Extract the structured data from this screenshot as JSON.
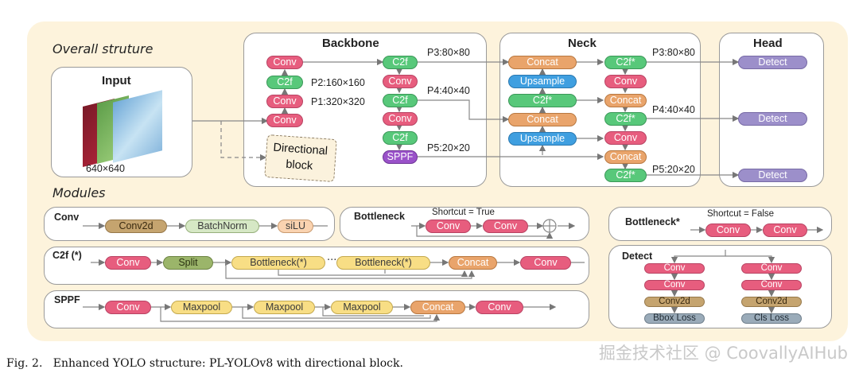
{
  "sections": {
    "overall": "Overall struture",
    "modules": "Modules"
  },
  "input": {
    "title": "Input",
    "size": "640×640"
  },
  "backbone": {
    "title": "Backbone",
    "col1": [
      "Conv",
      "C2f",
      "Conv",
      "Conv"
    ],
    "col1_labels": [
      "P2:160×160",
      "P1:320×320"
    ],
    "directional_block": "Directional block",
    "col2": [
      "C2f",
      "Conv",
      "C2f",
      "Conv",
      "C2f",
      "SPPF"
    ],
    "col2_labels": [
      "P3:80×80",
      "P4:40×40",
      "P5:20×20"
    ]
  },
  "neck": {
    "title": "Neck",
    "left": [
      "Concat",
      "Upsample",
      "C2f*",
      "Concat",
      "Upsample"
    ],
    "right": [
      "C2f*",
      "Conv",
      "Concat",
      "C2f*",
      "Conv",
      "Concat",
      "C2f*"
    ],
    "labels": [
      "P3:80×80",
      "P4:40×40",
      "P5:20×20"
    ]
  },
  "head": {
    "title": "Head",
    "detect": [
      "Detect",
      "Detect",
      "Detect"
    ]
  },
  "modules": {
    "conv": {
      "name": "Conv",
      "blocks": [
        "Conv2d",
        "BatchNorm",
        "siLU"
      ]
    },
    "bottleneck": {
      "name": "Bottleneck",
      "shortcut": "Shortcut = True",
      "blocks": [
        "Conv",
        "Conv"
      ]
    },
    "bottleneck_star": {
      "name": "Bottleneck*",
      "shortcut": "Shortcut = False",
      "blocks": [
        "Conv",
        "Conv"
      ]
    },
    "c2f": {
      "name": "C2f (*)",
      "blocks": [
        "Conv",
        "Split",
        "Bottleneck(*)",
        "Bottleneck(*)",
        "Concat",
        "Conv"
      ],
      "ellipsis": "···"
    },
    "sppf": {
      "name": "SPPF",
      "blocks": [
        "Conv",
        "Maxpool",
        "Maxpool",
        "Maxpool",
        "Concat",
        "Conv"
      ]
    },
    "detect": {
      "name": "Detect",
      "left": [
        "Conv",
        "Conv",
        "Conv2d",
        "Bbox Loss"
      ],
      "right": [
        "Conv",
        "Conv",
        "Conv2d",
        "Cls Loss"
      ]
    }
  },
  "caption": "Fig. 2.   Enhanced YOLO structure: PL-YOLOv8 with directional block.",
  "watermark": "掘金技术社区 @ CoovallyAIHub",
  "colors": {
    "conv": "#e75d7e",
    "c2f": "#58c87a",
    "concat": "#e9a46b",
    "upsample": "#3f9fe0",
    "sppf": "#9a52c9",
    "detect": "#9c8fca",
    "background": "#fdf3dc"
  }
}
